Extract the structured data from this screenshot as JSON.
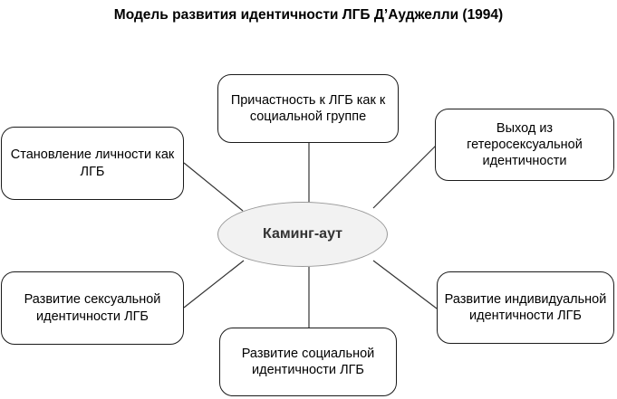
{
  "title": "Модель развития идентичности ЛГБ Д’Ауджелли (1994)",
  "center_node": {
    "label": "Каминг-аут",
    "fill_color": "#f2f2f2",
    "border_color": "#999999"
  },
  "nodes": [
    {
      "id": "top-left",
      "label": "Становление личности как ЛГБ"
    },
    {
      "id": "top-center",
      "label": "Причастность к ЛГБ как к социальной группе"
    },
    {
      "id": "top-right",
      "label": "Выход из гетеросексуальной идентичности"
    },
    {
      "id": "bottom-left",
      "label": "Развитие сексуальной идентичности ЛГБ"
    },
    {
      "id": "bottom-center",
      "label": "Развитие социальной идентичности ЛГБ"
    },
    {
      "id": "bottom-right",
      "label": "Развитие индивидуальной идентичности ЛГБ"
    }
  ],
  "colors": {
    "node_border": "#1a1a1a",
    "node_fill": "#ffffff",
    "edge": "#333333",
    "text": "#000000"
  }
}
